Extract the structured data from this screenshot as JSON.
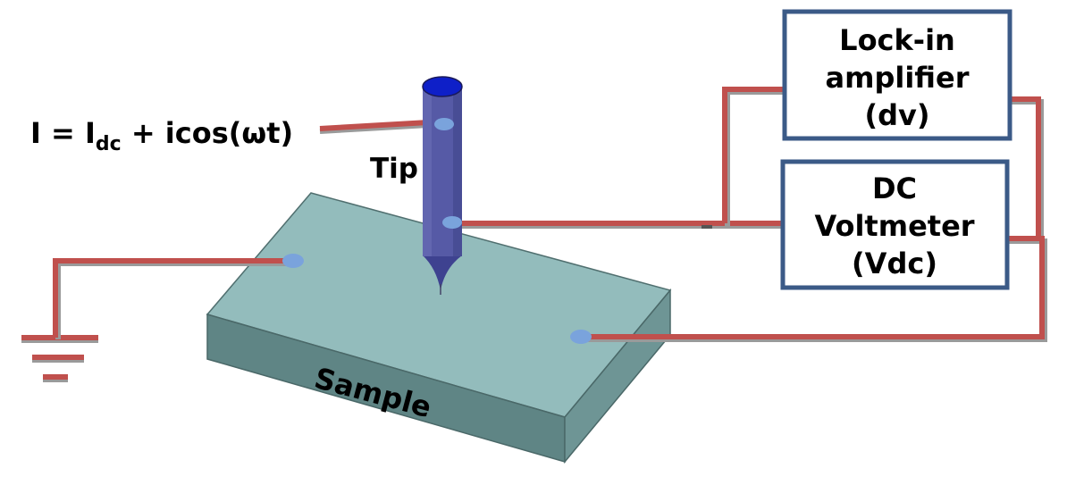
{
  "colors": {
    "wire": "#c0504d",
    "box_border": "#3b5a87",
    "tip_body": "#565aa6",
    "tip_cap": "#0e1fc8",
    "sample_top": "#93bcbc",
    "sample_front": "#5f8585",
    "sample_side": "#6e9595",
    "contact": "#7aa3dc"
  },
  "labels": {
    "current_prefix": "I = I",
    "current_subscript": "dc",
    "current_suffix": " + icos(ωt)",
    "tip": "Tip",
    "sample": "Sample"
  },
  "boxes": {
    "lockin": {
      "line1": "Lock-in",
      "line2": "amplifier",
      "line3": "(dv)"
    },
    "voltmeter": {
      "line1": "DC",
      "line2": "Voltmeter",
      "line3": "(Vdc)"
    }
  }
}
